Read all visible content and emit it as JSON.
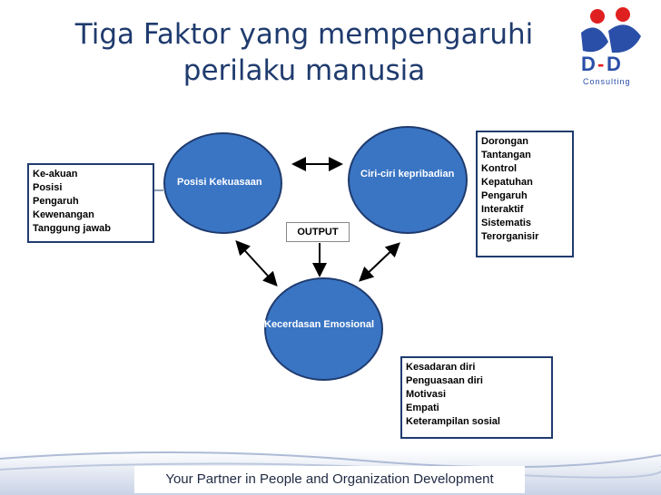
{
  "title": {
    "line1": "Tiga Faktor yang mempengaruhi",
    "line2": "perilaku manusia"
  },
  "logo": {
    "letters_left": "D",
    "letters_dash": "-",
    "letters_right": "D",
    "subtitle": "Consulting"
  },
  "nodes": {
    "posisi": "Posisi Kekuasaan",
    "ciri": "Ciri-ciri kepribadian",
    "kecerdasan": "Kecerdasan Emosional",
    "output": "OUTPUT"
  },
  "left_list": [
    "Ke-akuan",
    "Posisi",
    "Pengaruh",
    "Kewenangan",
    "Tanggung jawab"
  ],
  "right_list": [
    "Dorongan",
    "Tantangan",
    "Kontrol",
    "Kepatuhan",
    "Pengaruh",
    "Interaktif",
    "Sistematis",
    "Terorganisir"
  ],
  "bottom_list": [
    "Kesadaran diri",
    "Penguasaan diri",
    "Motivasi",
    "Empati",
    "Keterampilan sosial"
  ],
  "footer": {
    "text": "Your Partner in People and Organization Development"
  },
  "colors": {
    "circle": "#3a75c4",
    "title": "#1f3b6e",
    "border": "#1f3b6e",
    "logo_red": "#e02020",
    "logo_blue": "#2a4fa8"
  }
}
